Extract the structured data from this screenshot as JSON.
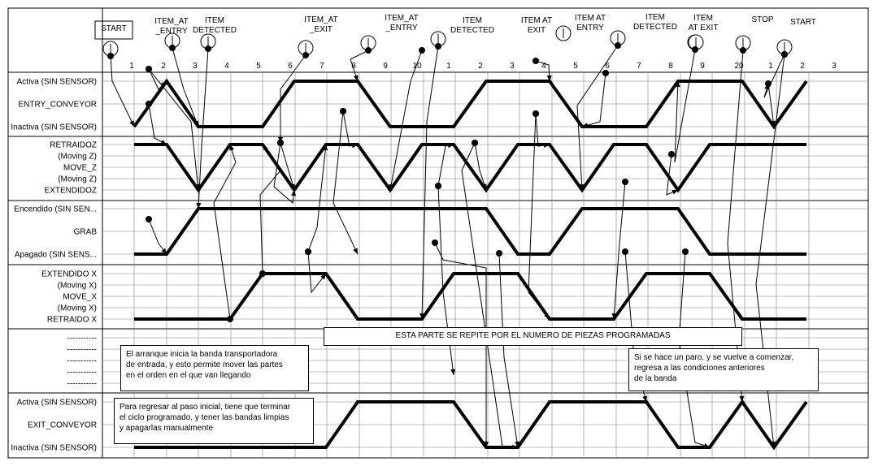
{
  "rows": [
    {
      "id": "entry_conveyor",
      "labels": [
        "Activa (SIN SENSOR)",
        "ENTRY_CONVEYOR",
        "Inactiva (SIN SENSOR)"
      ]
    },
    {
      "id": "move_z",
      "labels": [
        "RETRAIDOZ",
        "(Moving Z)",
        "MOVE_Z",
        "(Moving Z)",
        "EXTENDIDOZ"
      ]
    },
    {
      "id": "grab",
      "labels": [
        "Encendido (SIN SEN...",
        "GRAB",
        "Apagado (SIN SENS..."
      ]
    },
    {
      "id": "move_x",
      "labels": [
        "EXTENDIDO X",
        "(Moving X)",
        "MOVE_X",
        "(Moving X)",
        "RETRAIDO X"
      ]
    },
    {
      "id": "blank",
      "labels": [
        "-----------",
        "-----------",
        "-----------",
        "-----------",
        "-----------"
      ]
    },
    {
      "id": "exit_conveyor",
      "labels": [
        "Activa (SIN SENSOR)",
        "EXIT_CONVEYOR",
        "Inactiva (SIN SENSOR)"
      ]
    }
  ],
  "events": [
    {
      "id": "start_1",
      "lines": [
        "START"
      ],
      "boxed": true
    },
    {
      "id": "item_at_entry_1",
      "lines": [
        "ITEM_AT",
        "_ENTRY"
      ]
    },
    {
      "id": "item_detected_1",
      "lines": [
        "ITEM",
        "DETECTED"
      ]
    },
    {
      "id": "item_at_exit_1",
      "lines": [
        "ITEM_AT",
        "_EXIT"
      ]
    },
    {
      "id": "item_at_entry_2",
      "lines": [
        "ITEM_AT",
        "_ENTRY"
      ]
    },
    {
      "id": "item_detected_2",
      "lines": [
        "ITEM",
        "DETECTED"
      ]
    },
    {
      "id": "item_at_exit_2",
      "lines": [
        "ITEM AT",
        "EXIT"
      ]
    },
    {
      "id": "item_at_entry_3",
      "lines": [
        "ITEM AT",
        "ENTRY"
      ]
    },
    {
      "id": "item_detected_3",
      "lines": [
        "ITEM",
        "DETECTED"
      ]
    },
    {
      "id": "item_at_exit_3",
      "lines": [
        "ITEM",
        "AT EXIT"
      ]
    },
    {
      "id": "stop",
      "lines": [
        "STOP"
      ]
    },
    {
      "id": "start_2",
      "lines": [
        "START"
      ]
    }
  ],
  "steps": [
    "1",
    "2",
    "3",
    "4",
    "5",
    "6",
    "7",
    "8",
    "9",
    "10",
    "1",
    "2",
    "3",
    "4",
    "5",
    "6",
    "7",
    "8",
    "9",
    "20",
    "1",
    "2",
    "3"
  ],
  "banner": "ESTA PARTE SE REPITE POR EL NUMERO DE PIEZAS PROGRAMADAS",
  "notes": {
    "start_note": "El arranque inicia la banda transportadora\nde entrada, y esto permite mover las partes\nen el orden en el que van llegando",
    "stop_note": "Si se hace un paro, y se vuelve a comenzar,\nregresa a las condiciones anteriores\nde la banda",
    "reset_note": "Para regresar al paso inicial, tiene que terminar\nel ciclo programado, y tener las bandas limpias\ny apagarlas manualmente"
  },
  "colors": {
    "line": "#000000",
    "grid": "#808080",
    "background": "#ffffff"
  }
}
